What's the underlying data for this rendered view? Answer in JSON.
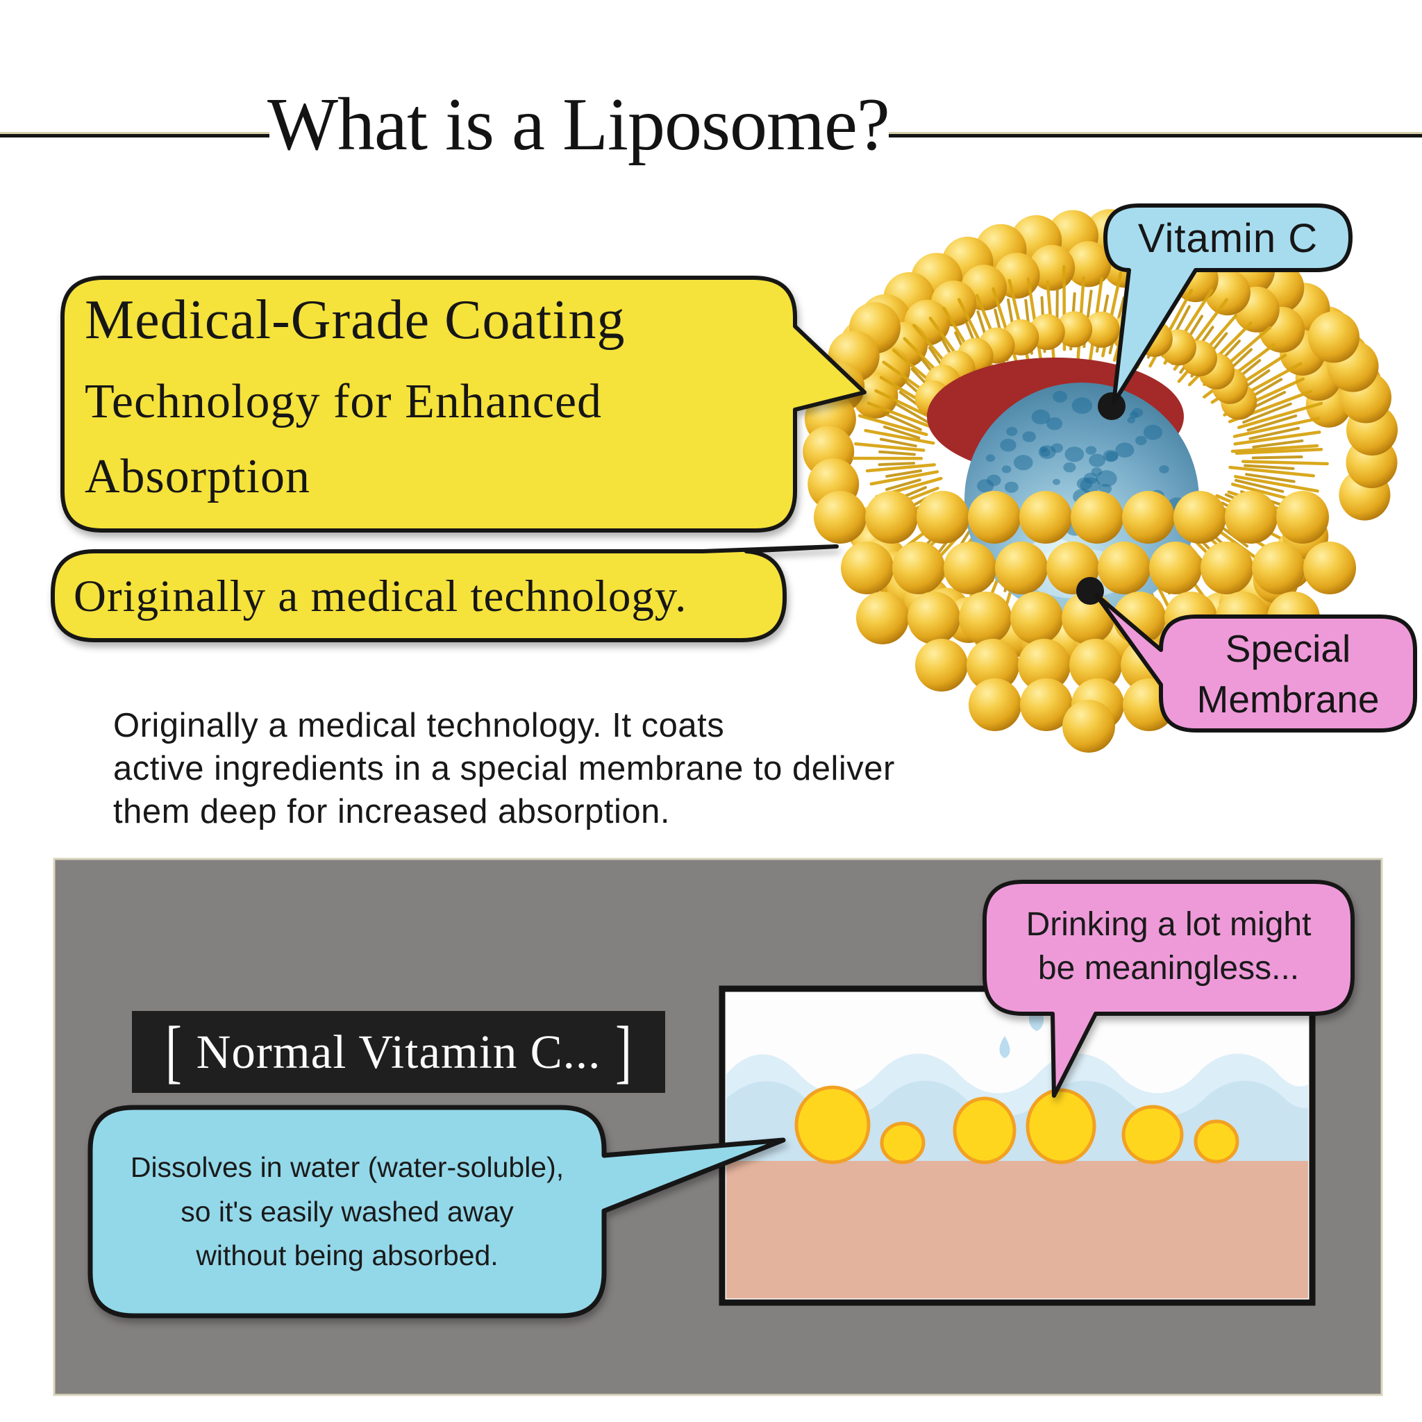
{
  "title": {
    "text": "What is a Liposome?"
  },
  "diagram": {
    "bubble_medical": {
      "line1": "Medical-Grade Coating",
      "line2": "Technology for Enhanced",
      "line3": "Absorption"
    },
    "bubble_originally": {
      "text": "Originally a medical technology."
    },
    "label_vitamin_c": {
      "text": "Vitamin C"
    },
    "label_special_membrane": {
      "text": "Special Membrane"
    }
  },
  "body": {
    "line1": "Originally a medical technology. It coats",
    "line2": "active ingredients in a special membrane to deliver",
    "line3": "them deep for increased absorption."
  },
  "panel": {
    "heading": {
      "bracket_left": "[",
      "label": "Normal Vitamin C...",
      "bracket_right": "]"
    },
    "bubble_drinking": {
      "line1": "Drinking a lot might",
      "line2": "be meaningless..."
    },
    "bubble_dissolves": {
      "line1": "Dissolves in water (water-soluble),",
      "line2": "so it's easily washed away",
      "line3": "without being absorbed."
    }
  },
  "colors": {
    "bubble_yellow": "#F5E23A",
    "bubble_blue": "#A7DCEF",
    "bubble_cyan": "#93D8E9",
    "bubble_pink": "#EE9AD9",
    "panel_gray": "#838080",
    "panel_frame_beige": "#D9D4BC",
    "label_black": "#1F1F1F",
    "skin": "#E4B39D",
    "water_light": "#DCEEF8",
    "water_deep": "#C9E3F1",
    "droplet_yellow": "#FFD61E",
    "droplet_outline": "#F2A122",
    "gold": "#E5AC1C",
    "core_blue": "#5E9BBC",
    "ink": "#141414"
  }
}
